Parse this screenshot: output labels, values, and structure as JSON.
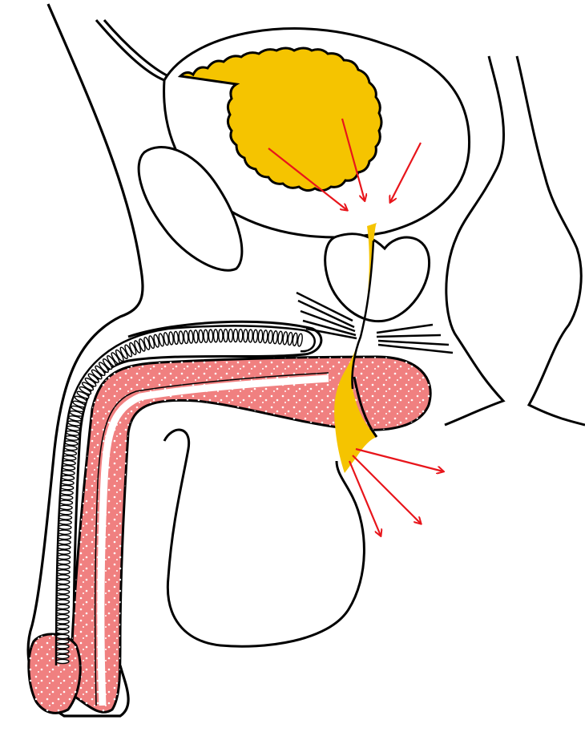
{
  "diagram": {
    "kind": "anatomical-line-drawing",
    "labels": [],
    "colors": {
      "background": "#ffffff",
      "outline": "#000000",
      "fluid": "#f5c400",
      "erectile_tissue": "#f08080",
      "tissue_dots": "#ffffff",
      "arrows": "#e8151b"
    },
    "arrows": {
      "into_bladder_neck": 3,
      "out_of_urethra": 3
    }
  }
}
